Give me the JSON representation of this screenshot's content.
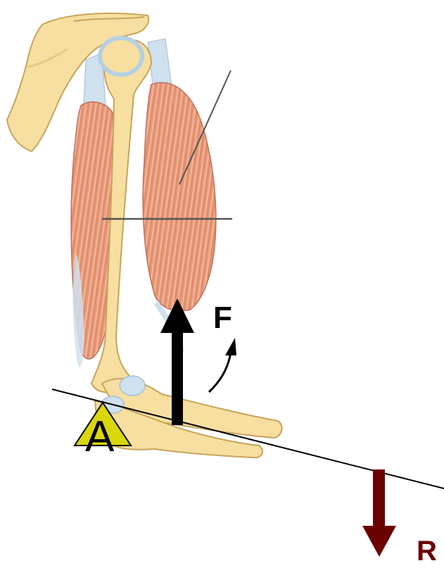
{
  "labels": {
    "effort": "F",
    "resistance": "R",
    "fulcrum": "A"
  },
  "colors": {
    "bone": "#f6dfa0",
    "bone_outline": "#c7a45a",
    "cartilage": "#cfe0ee",
    "muscle": "#e89878",
    "muscle_fiber": "#f4c2a6",
    "effort_arrow": "#000000",
    "resistance_arrow": "#6b0000",
    "fulcrum_fill": "#d9d60a",
    "fulcrum_stroke": "#000000",
    "lever_line": "#000000",
    "leader_line": "#555555",
    "label_f": "#000000",
    "label_r": "#6b0000",
    "label_a": "#000000"
  },
  "icons": {
    "effort": "arrow-up-icon",
    "resistance": "arrow-down-icon",
    "fulcrum": "triangle-icon",
    "rotation": "curved-arrow-icon"
  }
}
